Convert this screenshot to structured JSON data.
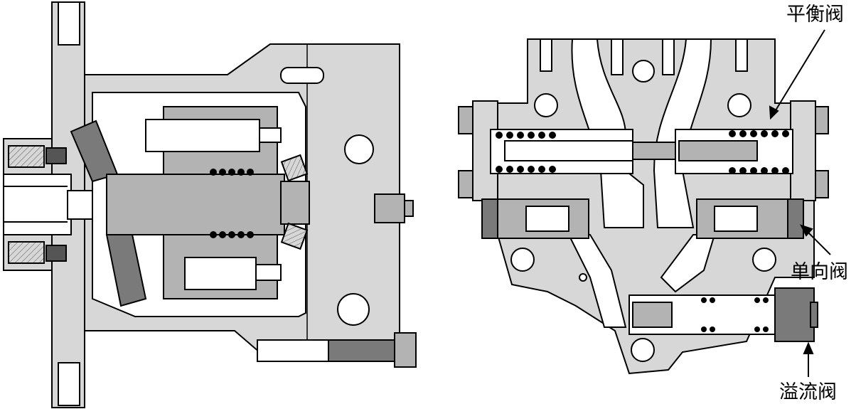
{
  "labels": {
    "balance_valve": "平衡阀",
    "check_valve": "单向阀",
    "relief_valve": "溢流阀"
  },
  "colors": {
    "background": "#ffffff",
    "light_gray": "#d7d7d7",
    "mid_gray": "#b3b3b3",
    "dark_gray": "#7a7a7a",
    "outline": "#000000"
  }
}
